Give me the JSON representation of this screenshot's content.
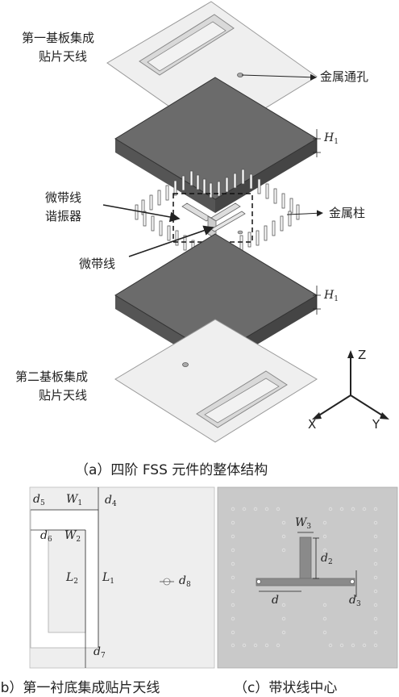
{
  "top_patch_label": [
    "第一基板集成",
    "贴片天线"
  ],
  "bottom_patch_label": [
    "第二基板集成",
    "贴片天线"
  ],
  "via_label": "金属通孔",
  "pillar_label": "金属柱",
  "resonator_label": [
    "微带线",
    "谐振器"
  ],
  "microstrip_label": "微带线",
  "thickness_label": "H",
  "thickness_sub": "1",
  "axes": {
    "z": "Z",
    "x": "X",
    "y": "Y"
  },
  "caption_a": "（a）四阶 FSS 元件的整体结构",
  "caption_b": "(b）第一衬底集成贴片天线",
  "caption_c": "（c）带状线中心",
  "dims_b": {
    "d5": [
      "d",
      "5"
    ],
    "W1": [
      "W",
      "1"
    ],
    "d4": [
      "d",
      "4"
    ],
    "d6": [
      "d",
      "6"
    ],
    "W2": [
      "W",
      "2"
    ],
    "L2": [
      "L",
      "2"
    ],
    "L1": [
      "L",
      "1"
    ],
    "d8": [
      "d",
      "8"
    ],
    "d7": [
      "d",
      "7"
    ]
  },
  "dims_c": {
    "W3": [
      "W",
      "3"
    ],
    "d2": [
      "d",
      "2"
    ],
    "d": [
      "d",
      ""
    ],
    "d3": [
      "d",
      "3"
    ]
  },
  "colors": {
    "substrate_dark": "#6b6b6b",
    "substrate_side": "#4d4d4d",
    "sheet": "#ececec",
    "panel_b": "#eeeeee",
    "panel_c": "#c9c9c9",
    "strip": "#8a8a8a"
  }
}
